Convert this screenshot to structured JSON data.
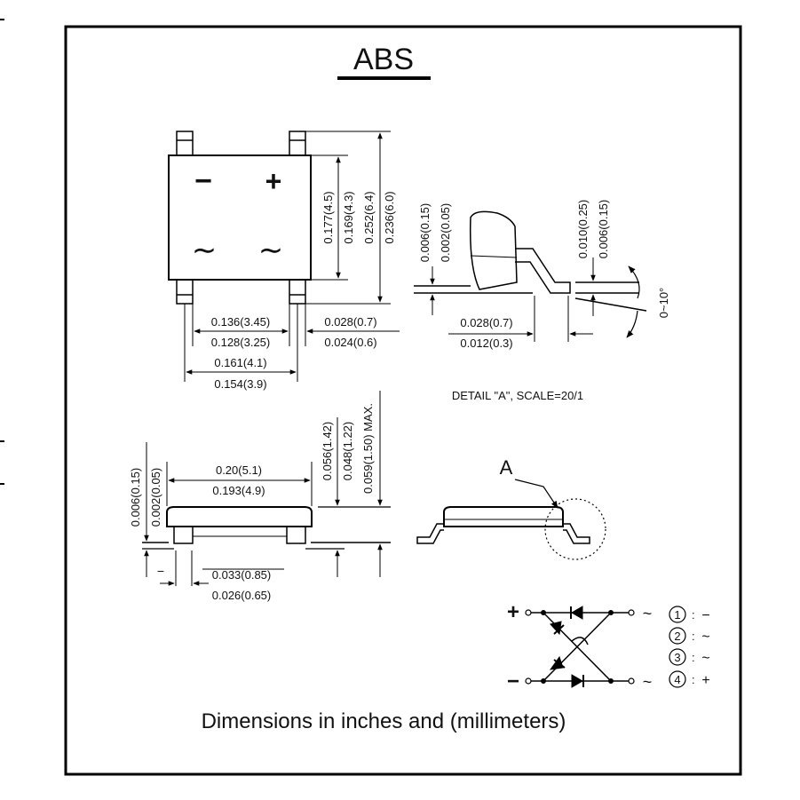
{
  "title": "ABS",
  "footer": "Dimensions in inches and (millimeters)",
  "top_view": {
    "minus_symbol": "−",
    "plus_symbol": "+",
    "ac_symbol_left": "∼",
    "ac_symbol_right": "∼",
    "dim_height_a": "0.177(4.5)",
    "dim_height_b": "0.169(4.3)",
    "dim_height_c": "0.252(6.4)",
    "dim_height_d": "0.236(6.0)",
    "dim_pitch_a": "0.136(3.45)",
    "dim_pitch_b": "0.128(3.25)",
    "dim_width_a": "0.161(4.1)",
    "dim_width_b": "0.154(3.9)",
    "dim_lead_a": "0.028(0.7)",
    "dim_lead_b": "0.024(0.6)"
  },
  "detail": {
    "dim_stand_a": "0.006(0.15)",
    "dim_stand_b": "0.002(0.05)",
    "dim_foot_a": "0.028(0.7)",
    "dim_foot_b": "0.012(0.3)",
    "dim_thick_a": "0.010(0.25)",
    "dim_thick_b": "0.006(0.15)",
    "angle": "0~10°",
    "caption": "DETAIL \"A\", SCALE=20/1"
  },
  "side_view": {
    "dim_stand_a": "0.006(0.15)",
    "dim_stand_b": "0.002(0.05)",
    "dim_len_a": "0.20(5.1)",
    "dim_len_b": "0.193(4.9)",
    "dim_body_a": "0.056(1.42)",
    "dim_body_b": "0.048(1.22)",
    "dim_max": "0.059(1.50) MAX.",
    "dim_lead_a": "0.033(0.85)",
    "dim_lead_b": "0.026(0.65)",
    "detail_marker": "A"
  },
  "schematic": {
    "plus": "+",
    "minus": "−",
    "ac_top": "~",
    "ac_bottom": "~",
    "pins": [
      {
        "num": "1",
        "func": "−"
      },
      {
        "num": "2",
        "func": "~"
      },
      {
        "num": "3",
        "func": "~"
      },
      {
        "num": "4",
        "func": "+"
      }
    ]
  }
}
